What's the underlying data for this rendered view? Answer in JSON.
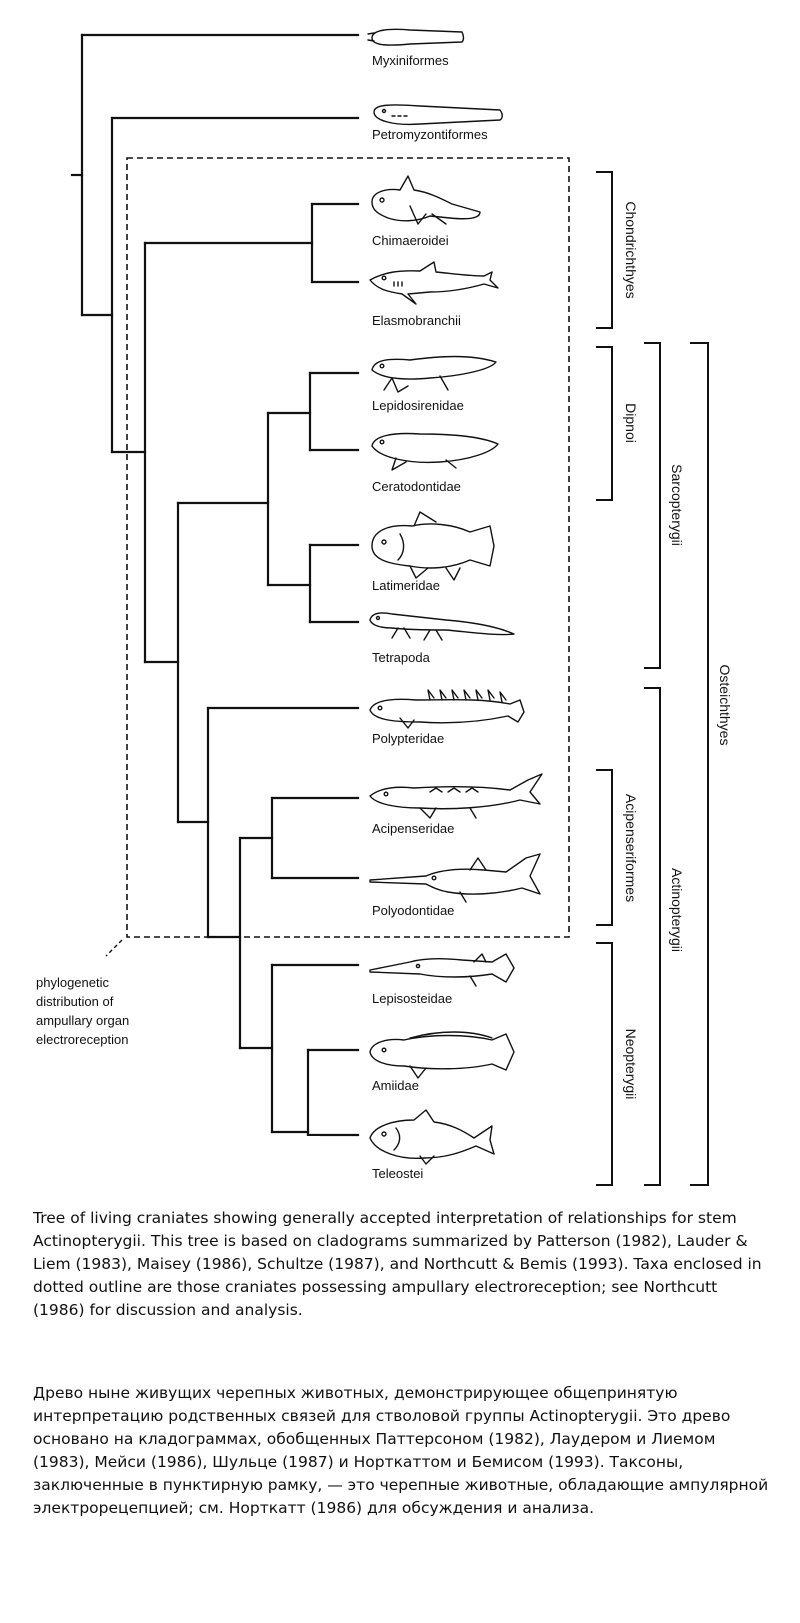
{
  "taxa": [
    {
      "id": "myxiniformes",
      "label": "Myxiniformes",
      "icon": "hagfish-icon"
    },
    {
      "id": "petromyzontiformes",
      "label": "Petromyzontiformes",
      "icon": "lamprey-icon"
    },
    {
      "id": "chimaeroidei",
      "label": "Chimaeroidei",
      "icon": "chimaera-icon"
    },
    {
      "id": "elasmobranchii",
      "label": "Elasmobranchii",
      "icon": "shark-icon"
    },
    {
      "id": "lepidosirenidae",
      "label": "Lepidosirenidae",
      "icon": "lungfish-icon"
    },
    {
      "id": "ceratodontidae",
      "label": "Ceratodontidae",
      "icon": "australian-lungfish-icon"
    },
    {
      "id": "latimeridae",
      "label": "Latimeridae",
      "icon": "coelacanth-icon"
    },
    {
      "id": "tetrapoda",
      "label": "Tetrapoda",
      "icon": "salamander-icon"
    },
    {
      "id": "polypteridae",
      "label": "Polypteridae",
      "icon": "bichir-icon"
    },
    {
      "id": "acipenseridae",
      "label": "Acipenseridae",
      "icon": "sturgeon-icon"
    },
    {
      "id": "polyodontidae",
      "label": "Polyodontidae",
      "icon": "paddlefish-icon"
    },
    {
      "id": "lepisosteidae",
      "label": "Lepisosteidae",
      "icon": "gar-icon"
    },
    {
      "id": "amiidae",
      "label": "Amiidae",
      "icon": "bowfin-icon"
    },
    {
      "id": "teleostei",
      "label": "Teleostei",
      "icon": "teleost-icon"
    }
  ],
  "clades": {
    "chondrichthyes": "Chondrichthyes",
    "dipnoi": "Dipnoi",
    "sarcopterygii": "Sarcopterygii",
    "acipenseriformes": "Acipenseriformes",
    "neopterygii": "Neopterygii",
    "actinopterygii": "Actinopterygii",
    "osteichthyes": "Osteichthyes"
  },
  "annotation": {
    "lines": [
      "phylogenetic",
      "distribution of",
      "ampullary organ",
      "electroreception"
    ]
  },
  "caption": {
    "en": "Tree of living craniates showing generally accepted interpretation of relationships for stem Actinopterygii. This tree is based on cladograms summarized by Patterson (1982), Lauder & Liem (1983), Maisey (1986), Schultze (1987), and Northcutt & Bemis (1993). Taxa enclosed in dotted outline are those craniates possessing ampullary electroreception; see Northcutt (1986) for discussion and analysis.",
    "ru": "Древо ныне живущих черепных животных, демонстрирующее общепринятую интерпретацию родственных связей для стволовой группы Actinopterygii. Это древо основано на кладограммах, обобщенных Паттерсоном (1982), Лаудером и Лиемом (1983), Мейси (1986), Шульце (1987) и Норткаттом и Бемисом (1993). Таксоны, заключенные в пунктирную рамку, — это черепные животные, обладающие ампулярной электрорецепцией; см. Норткатт (1986) для обсуждения и анализа."
  }
}
